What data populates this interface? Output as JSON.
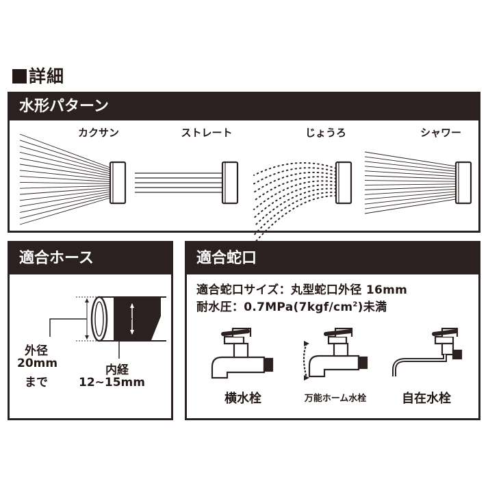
{
  "heading": "詳細",
  "spray_patterns": {
    "title": "水形パターン",
    "patterns": [
      {
        "label": "カクサン"
      },
      {
        "label": "ストレート"
      },
      {
        "label": "じょうろ"
      },
      {
        "label": "シャワー"
      }
    ]
  },
  "hose": {
    "title": "適合ホース",
    "outer_label": "外径",
    "outer_value": "20mm",
    "outer_suffix": "まで",
    "inner_label": "内経",
    "inner_value": "12~15mm"
  },
  "faucet": {
    "title": "適合蛇口",
    "spec_line1": "適合蛇口サイズ：丸型蛇口外径 16mm",
    "spec_line2_prefix": "耐水圧：0.7MPa(7kgf/cm",
    "spec_line2_sup": "2",
    "spec_line2_suffix": ")未満",
    "types": [
      {
        "label": "横水栓"
      },
      {
        "label": "万能ホーム水栓"
      },
      {
        "label": "自在水栓"
      }
    ]
  }
}
